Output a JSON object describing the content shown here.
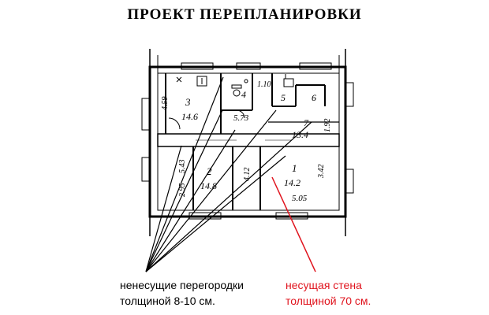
{
  "title": "ПРОЕКТ ПЕРЕПЛАНИРОВКИ",
  "rooms": [
    {
      "number": "3",
      "area": "14.6",
      "dim": "4.59"
    },
    {
      "number": "4",
      "area": ""
    },
    {
      "number": "5",
      "area": ""
    },
    {
      "number": "6",
      "area": ""
    },
    {
      "number": "7",
      "area": "13.4",
      "dim": "1.92"
    },
    {
      "number": "1",
      "area": "14.2",
      "dim1": "3.42",
      "dim2": "5.05"
    },
    {
      "number": "2",
      "area": "14.8",
      "dim1": "5.43",
      "dim2": "2.95"
    }
  ],
  "dimensions": {
    "top_mid": "1.10",
    "hall": "5.73",
    "corridor": "4.12"
  },
  "legend": {
    "nonbearing_line1": "ненесущие перегородки",
    "nonbearing_line2": "толщиной 8-10 см.",
    "bearing_line1": "несущая стена",
    "bearing_line2": "толщиной 70 см."
  },
  "colors": {
    "nonbearing": "#000000",
    "bearing": "#e0141e"
  }
}
